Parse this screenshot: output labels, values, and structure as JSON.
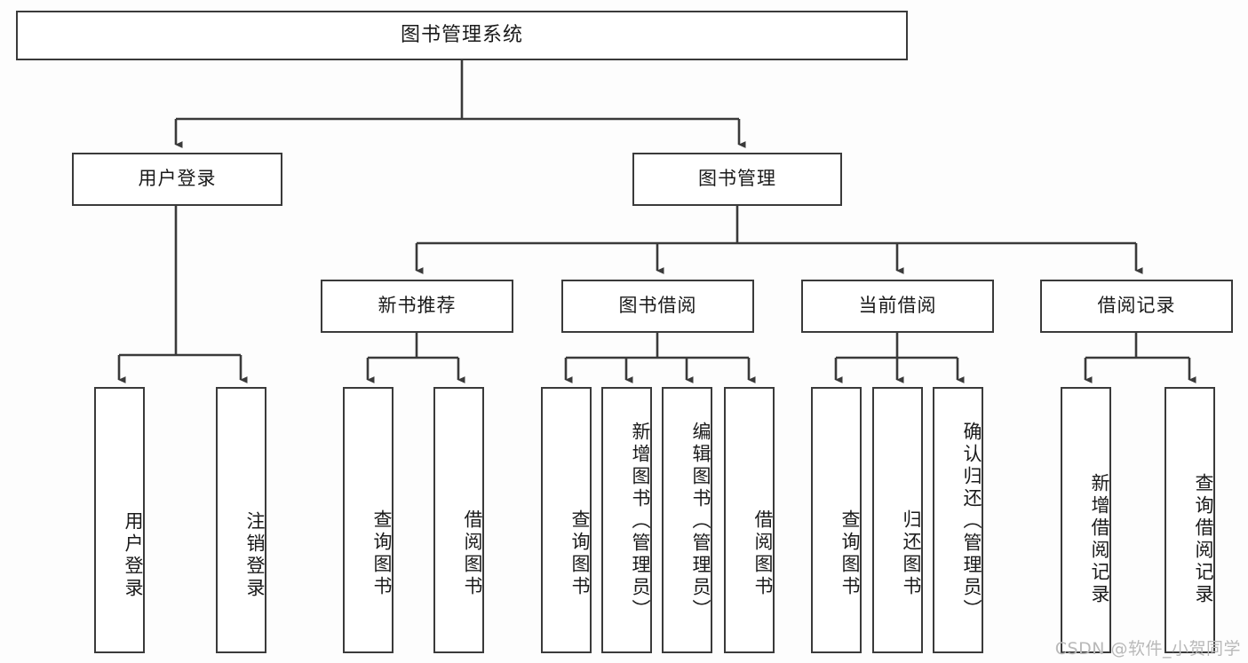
{
  "diagram": {
    "title": "图书管理系统",
    "watermark": "CSDN @软件_小贺同学",
    "line_color": "#3a3a3a",
    "box_fill": "#ffffff",
    "background": "#fdfdfd",
    "root": {
      "label": "图书管理系统"
    },
    "level2": [
      {
        "label": "用户登录"
      },
      {
        "label": "图书管理"
      }
    ],
    "level3": [
      {
        "label": "新书推荐"
      },
      {
        "label": "图书借阅"
      },
      {
        "label": "当前借阅"
      },
      {
        "label": "借阅记录"
      }
    ],
    "leaves": {
      "user_login": [
        {
          "label": "用户登录"
        },
        {
          "label": "注销登录"
        }
      ],
      "new_book_rec": [
        {
          "label": "查询图书"
        },
        {
          "label": "借阅图书"
        }
      ],
      "book_borrow": [
        {
          "label": "查询图书"
        },
        {
          "label": "新增图书（管理员）"
        },
        {
          "label": "编辑图书（管理员）"
        },
        {
          "label": "借阅图书"
        }
      ],
      "current_borrow": [
        {
          "label": "查询图书"
        },
        {
          "label": "归还图书"
        },
        {
          "label": "确认归还（管理员）"
        }
      ],
      "borrow_record": [
        {
          "label": "新增借阅记录"
        },
        {
          "label": "查询借阅记录"
        }
      ]
    }
  }
}
